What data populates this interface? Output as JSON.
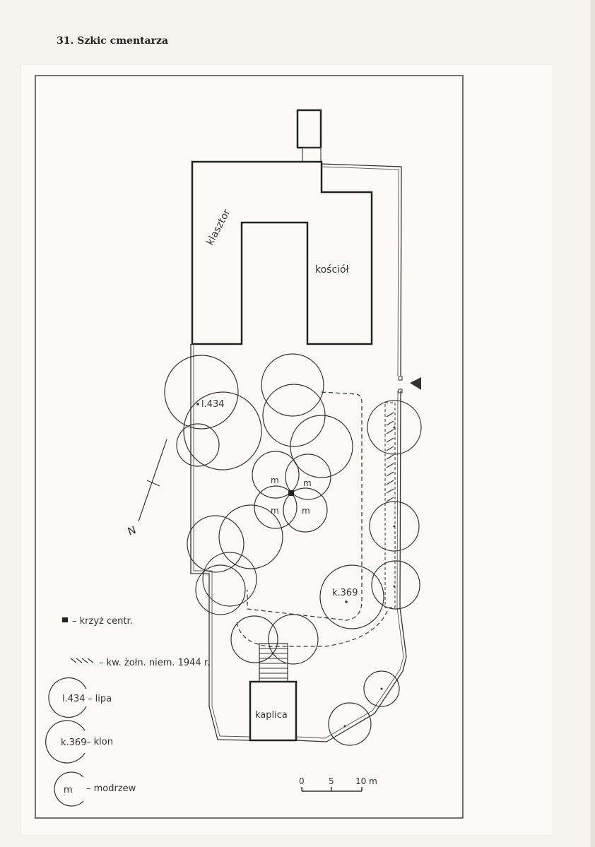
{
  "page": {
    "title": "31. Szkic cmentarza"
  },
  "map_labels": {
    "monastery": "klasztor",
    "church": "kościół",
    "chapel": "kaplica",
    "linden_tree": "l.434",
    "maple_tree": "k.369",
    "larch_mark": "m",
    "north_arrow": "N"
  },
  "legend": {
    "central_cross": "– krzyż centr.",
    "soldiers_plot": "– kw. żołn. niem. 1944 r.",
    "linden_symbol": "l.434",
    "linden": "– lipa",
    "maple_symbol": "k.369",
    "maple": "– klon",
    "larch_symbol": "m",
    "larch": "– modrzew"
  },
  "scale": {
    "tick_0": "0",
    "tick_5": "5",
    "tick_10": "10 m"
  },
  "colors": {
    "ink": "#333333",
    "paper": "#fbfaf6"
  }
}
